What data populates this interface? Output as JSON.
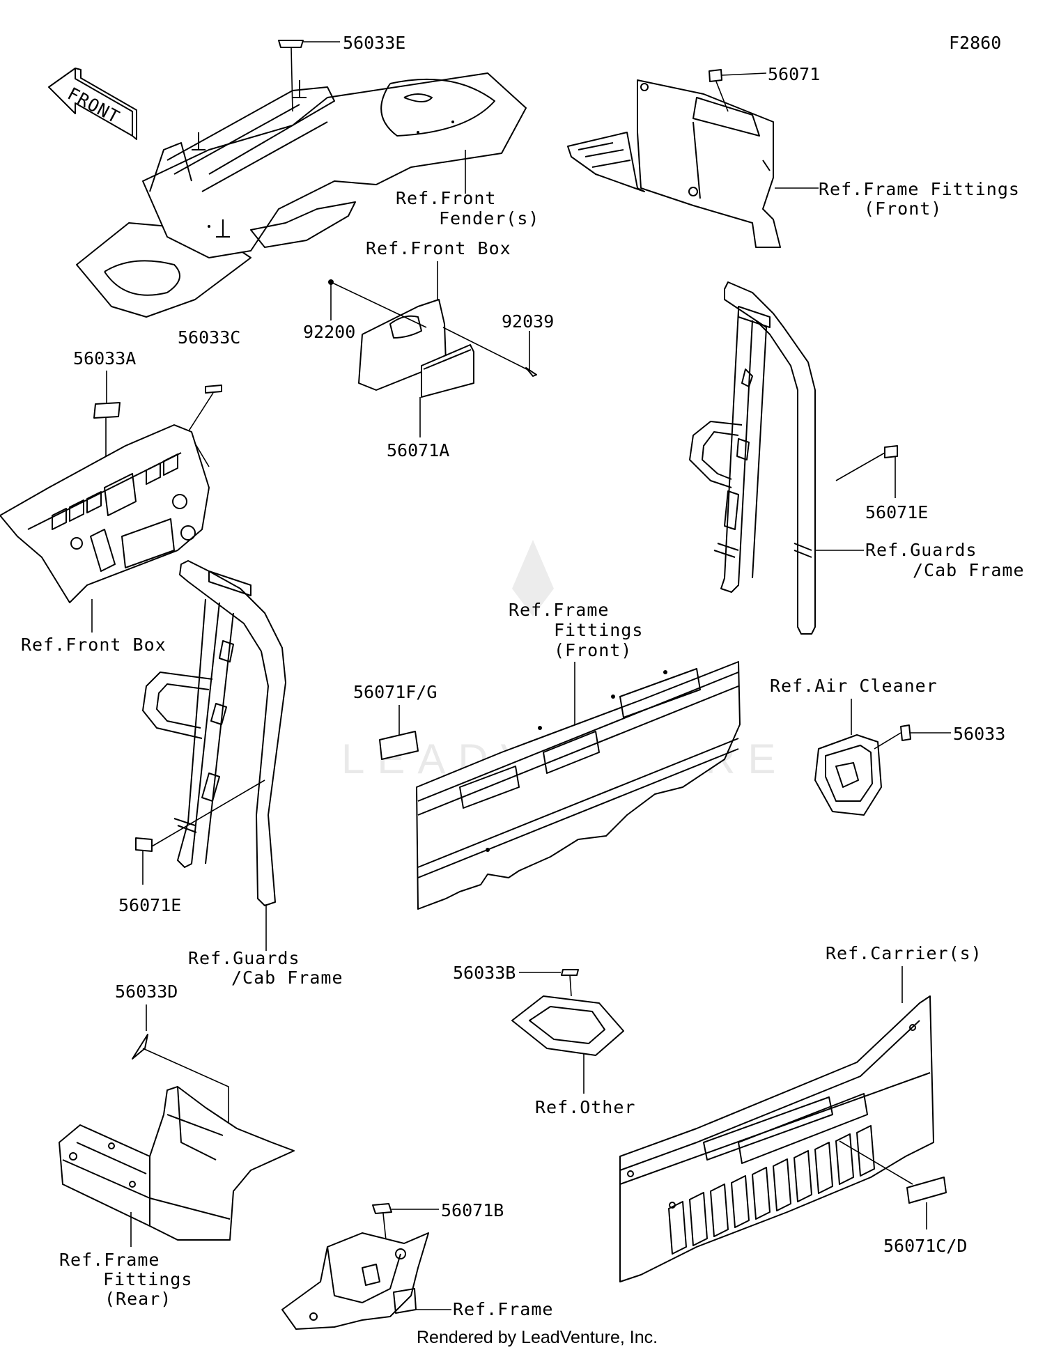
{
  "diagram_id": "F2860",
  "front_arrow": "FRONT",
  "watermark": "LEADVENTURE",
  "footer": "Rendered by LeadVenture, Inc.",
  "labels": {
    "p56033E": "56033E",
    "p56071": "56071",
    "p56033A": "56033A",
    "p56033C": "56033C",
    "p92200": "92200",
    "p92039": "92039",
    "p56071A": "56071A",
    "p56071E_right": "56071E",
    "p56071FG": "56071F/G",
    "p56033": "56033",
    "p56071E_left": "56071E",
    "p56033D": "56033D",
    "p56033B": "56033B",
    "p56071B": "56071B",
    "p56071CD": "56071C/D"
  },
  "refs": {
    "front_fender_1": "Ref.Front",
    "front_fender_2": "Fender(s)",
    "frame_fittings_front_top_1": "Ref.Frame Fittings",
    "frame_fittings_front_top_2": "(Front)",
    "front_box_top": "Ref.Front Box",
    "front_box_left": "Ref.Front Box",
    "guards_right_1": "Ref.Guards",
    "guards_right_2": "/Cab Frame",
    "frame_fittings_mid_1": "Ref.Frame",
    "frame_fittings_mid_2": "Fittings",
    "frame_fittings_mid_3": "(Front)",
    "air_cleaner": "Ref.Air Cleaner",
    "guards_left_1": "Ref.Guards",
    "guards_left_2": "/Cab Frame",
    "carrier": "Ref.Carrier(s)",
    "other": "Ref.Other",
    "frame_fittings_rear_1": "Ref.Frame",
    "frame_fittings_rear_2": "Fittings",
    "frame_fittings_rear_3": "(Rear)",
    "frame": "Ref.Frame"
  }
}
